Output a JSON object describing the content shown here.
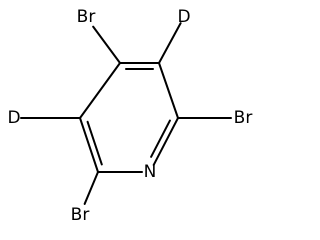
{
  "molecule": {
    "atoms": [
      {
        "id": "c1",
        "label": ""
      },
      {
        "id": "c2",
        "label": ""
      },
      {
        "id": "c3",
        "label": ""
      },
      {
        "id": "c4",
        "label": ""
      },
      {
        "id": "c5",
        "label": ""
      },
      {
        "id": "n1",
        "label": "N"
      },
      {
        "id": "br-top",
        "label": "Br"
      },
      {
        "id": "d-top",
        "label": "D"
      },
      {
        "id": "br-right",
        "label": "Br"
      },
      {
        "id": "d-left",
        "label": "D"
      },
      {
        "id": "br-bottom",
        "label": "Br"
      }
    ],
    "bonds": [
      {
        "from": "c1",
        "to": "c2",
        "order": 2
      },
      {
        "from": "c2",
        "to": "c3",
        "order": 1
      },
      {
        "from": "c3",
        "to": "n1",
        "order": 2
      },
      {
        "from": "n1",
        "to": "c5",
        "order": 1
      },
      {
        "from": "c5",
        "to": "c4",
        "order": 2
      },
      {
        "from": "c4",
        "to": "c1",
        "order": 1
      },
      {
        "from": "c1",
        "to": "br-top",
        "order": 1
      },
      {
        "from": "c2",
        "to": "d-top",
        "order": 1
      },
      {
        "from": "c3",
        "to": "br-right",
        "order": 1
      },
      {
        "from": "c4",
        "to": "d-left",
        "order": 1
      },
      {
        "from": "c5",
        "to": "br-bottom",
        "order": 1
      }
    ]
  }
}
